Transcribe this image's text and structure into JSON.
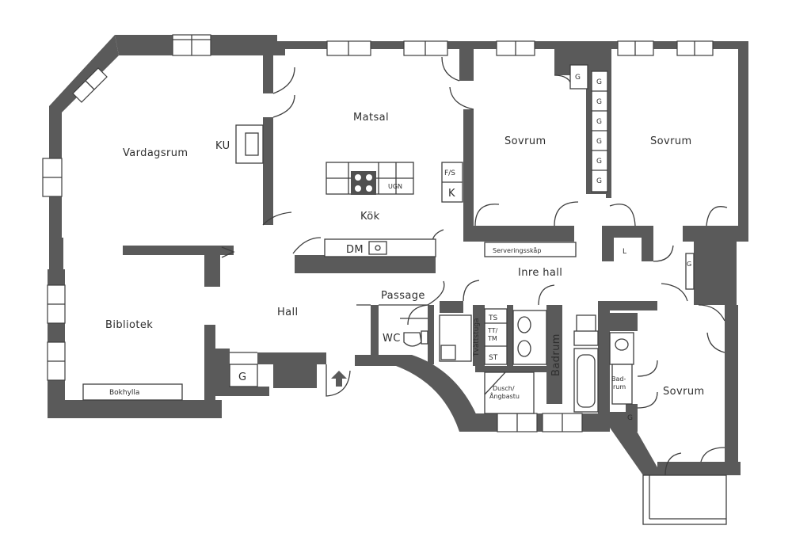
{
  "rooms": {
    "vardagsrum": "Vardagsrum",
    "ku": "KU",
    "matsal": "Matsal",
    "kok": "Kök",
    "ugn": "UGN",
    "fs": "F/S",
    "k": "K",
    "dm": "DM",
    "sovrum_1": "Sovrum",
    "sovrum_2": "Sovrum",
    "sovrum_3": "Sovrum",
    "g_closet": "G",
    "g_wardrobe": "G",
    "g_hall": "G",
    "g_right": "G",
    "g_bath": "G",
    "l": "L",
    "serveringsskap": "Serveringsskåp",
    "inre_hall": "Inre hall",
    "passage": "Passage",
    "hall": "Hall",
    "bibliotek": "Bibliotek",
    "bokhylla": "Bokhylla",
    "wc": "WC",
    "tvattstuga": "Tvättstuga",
    "ts": "TS",
    "tt_tm": "TT/\nTM",
    "st": "ST",
    "dusch": "Dusch/\nÅngbastu",
    "badrum_1": "Badrum",
    "badrum_2": "Bad-\nrum"
  }
}
